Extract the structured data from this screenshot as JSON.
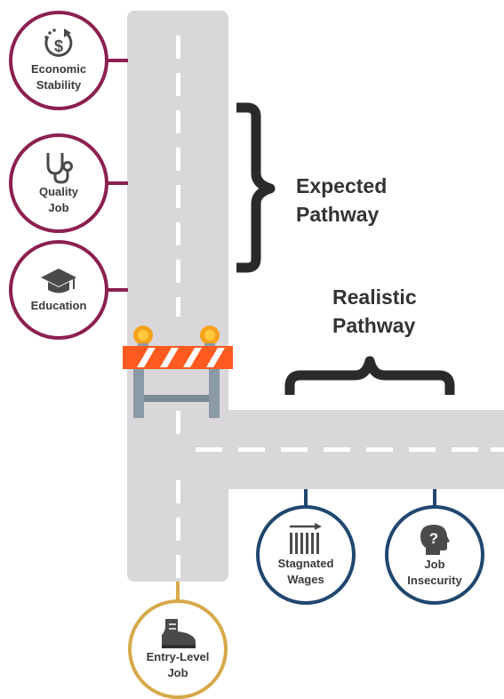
{
  "expected_label": [
    "Expected",
    "Pathway"
  ],
  "realistic_label": [
    "Realistic",
    "Pathway"
  ],
  "nodes": {
    "economic_stability": {
      "label": [
        "Economic",
        "Stability"
      ],
      "icon": "dollar-cycle-icon"
    },
    "quality_job": {
      "label": [
        "Quality",
        "Job"
      ],
      "icon": "stethoscope-icon"
    },
    "education": {
      "label": [
        "Education"
      ],
      "icon": "graduation-cap-icon"
    },
    "stagnated_wages": {
      "label": [
        "Stagnated",
        "Wages"
      ],
      "icon": "stagnant-bars-icon"
    },
    "job_insecurity": {
      "label": [
        "Job",
        "Insecurity"
      ],
      "icon": "question-head-icon"
    },
    "entry_level_job": {
      "label": [
        "Entry-Level",
        "Job"
      ],
      "icon": "work-boot-icon"
    }
  },
  "colors": {
    "road": "#d9d7da",
    "maroon": "#8c2050",
    "navy": "#20476f",
    "gold": "#d6a94a",
    "barricade_orange": "#ff5a1f",
    "barricade_light": "#f7a21b",
    "barricade_post": "#8a9aa6",
    "bracket": "#2a2a2a"
  }
}
